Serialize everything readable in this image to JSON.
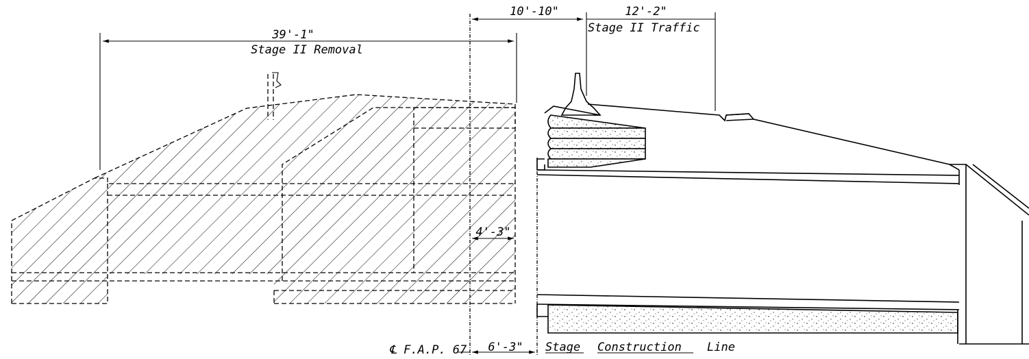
{
  "dimensions": {
    "removal_length": "39'-1\"",
    "removal_label": "Stage II Removal",
    "offset_top": "10'-10\"",
    "traffic_length": "12'-2\"",
    "traffic_label": "Stage II Traffic",
    "inner_offset": "4'-3\"",
    "bottom_offset": "6'-3\""
  },
  "labels": {
    "centerline": "℄ F.A.P. 67",
    "construction_line_word1": "Stage",
    "construction_line_word2": "Construction",
    "construction_line_word3": "Line"
  }
}
